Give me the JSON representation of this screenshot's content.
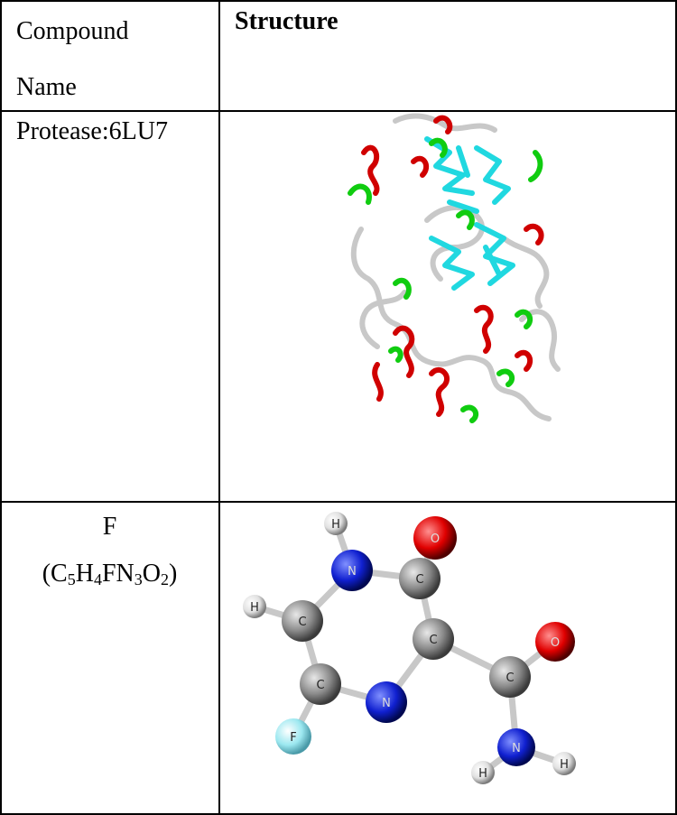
{
  "header": {
    "col1_line1": "Compound",
    "col1_line2": "Name",
    "col2": "Structure"
  },
  "rows": [
    {
      "name": "Protease:6LU7",
      "structure": "protein-ribbon-image",
      "colors": {
        "helix": "#d00000",
        "sheet": "#20d8e0",
        "turn": "#10cc10",
        "coil": "#c8c8c8"
      }
    },
    {
      "name": "F",
      "formula": {
        "parts": [
          "C",
          "5",
          "H",
          "4",
          "FN",
          "3",
          "O",
          "2"
        ]
      },
      "structure": "ball-and-stick-molecule",
      "atoms": {
        "carbon": "C",
        "nitrogen": "N",
        "oxygen": "O",
        "fluorine": "F",
        "hydrogen": "H"
      },
      "colors": {
        "carbon": "#8a8a8a",
        "nitrogen": "#1020d0",
        "oxygen": "#e00000",
        "fluorine": "#9ce8f0",
        "hydrogen": "#e8e8e8"
      }
    }
  ]
}
